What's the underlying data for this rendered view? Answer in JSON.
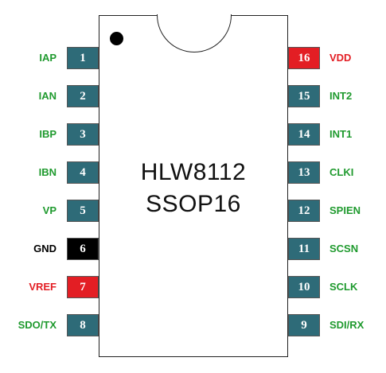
{
  "chip": {
    "part_number": "HLW8112",
    "package": "SSOP16"
  },
  "colors": {
    "default_pin": "#2e6b78",
    "power_pin": "#e31e24",
    "ground_pin": "#000000",
    "signal_label": "#1f9a2e",
    "power_label": "#e31e24",
    "ground_label": "#000000"
  },
  "left_pins": [
    {
      "number": "1",
      "label": "IAP",
      "kind": "signal"
    },
    {
      "number": "2",
      "label": "IAN",
      "kind": "signal"
    },
    {
      "number": "3",
      "label": "IBP",
      "kind": "signal"
    },
    {
      "number": "4",
      "label": "IBN",
      "kind": "signal"
    },
    {
      "number": "5",
      "label": "VP",
      "kind": "signal"
    },
    {
      "number": "6",
      "label": "GND",
      "kind": "ground"
    },
    {
      "number": "7",
      "label": "VREF",
      "kind": "power"
    },
    {
      "number": "8",
      "label": "SDO/TX",
      "kind": "signal"
    }
  ],
  "right_pins": [
    {
      "number": "16",
      "label": "VDD",
      "kind": "power"
    },
    {
      "number": "15",
      "label": "INT2",
      "kind": "signal"
    },
    {
      "number": "14",
      "label": "INT1",
      "kind": "signal"
    },
    {
      "number": "13",
      "label": "CLKI",
      "kind": "signal"
    },
    {
      "number": "12",
      "label": "SPIEN",
      "kind": "signal"
    },
    {
      "number": "11",
      "label": "SCSN",
      "kind": "signal"
    },
    {
      "number": "10",
      "label": "SCLK",
      "kind": "signal"
    },
    {
      "number": "9",
      "label": "SDI/RX",
      "kind": "signal"
    }
  ]
}
